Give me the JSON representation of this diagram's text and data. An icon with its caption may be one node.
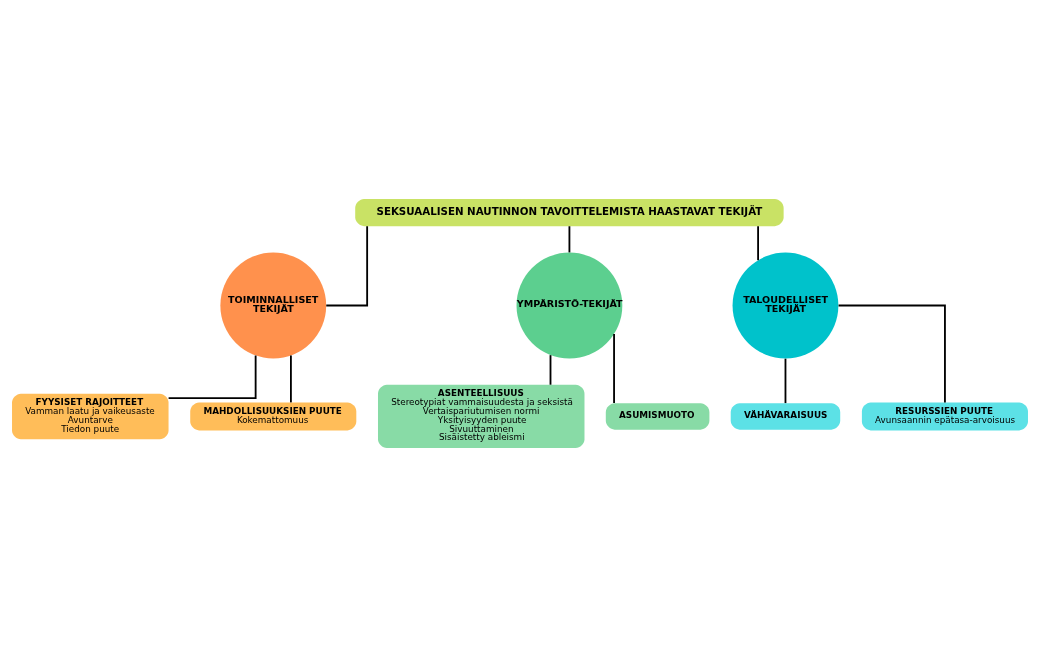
{
  "diagram": {
    "nodes": [
      {
        "text": [
          "SEKSUAALISEN NAUTINNON TAVOITTELEMISTA HAASTAVAT TEKIJÄT"
        ]
      },
      {
        "text": [
          "TOIMINNALLISET TEKIJÄT"
        ]
      },
      {
        "text": [
          "YMPÄRISTÖ-TEKIJÄT"
        ]
      },
      {
        "text": [
          "TALOUDELLISET TEKIJÄT"
        ]
      },
      {
        "text": [
          "FYYSISET RAJOITTEET",
          "Vamman laatu ja vaikeusaste",
          "Avuntarve",
          "Tiedon puute"
        ]
      },
      {
        "text": [
          "MAHDOLLISUUKSIEN PUUTE",
          "Kokemattomuus"
        ]
      },
      {
        "text": [
          "ASENTEELLISUUS",
          "Stereotypiat vammaisuudesta ja seksistä",
          "Vertaispariutumisen normi",
          "Yksityisyyden puute",
          "Sivuuttaminen",
          "Sisäistetty ableismi"
        ]
      },
      {
        "text": [
          "ASUMISMUOTO"
        ]
      },
      {
        "text": [
          "VÄHÄVARAISUUS"
        ]
      },
      {
        "text": [
          "RESURSSIEN PUUTE",
          "Avunsaannin epätasa-arvoisuus"
        ]
      }
    ],
    "edges": [
      {
        "from": 0,
        "to": 1,
        "arrow": "none"
      },
      {
        "from": 0,
        "to": 2,
        "arrow": "none"
      },
      {
        "from": 0,
        "to": 3,
        "arrow": "none"
      },
      {
        "from": 1,
        "to": 4,
        "arrow": "none"
      },
      {
        "from": 1,
        "to": 5,
        "arrow": "none"
      },
      {
        "from": 2,
        "to": 6,
        "arrow": "none"
      },
      {
        "from": 2,
        "to": 7,
        "arrow": "none"
      },
      {
        "from": 3,
        "to": 8,
        "arrow": "none"
      },
      {
        "from": 3,
        "to": 9,
        "arrow": "none"
      }
    ]
  }
}
